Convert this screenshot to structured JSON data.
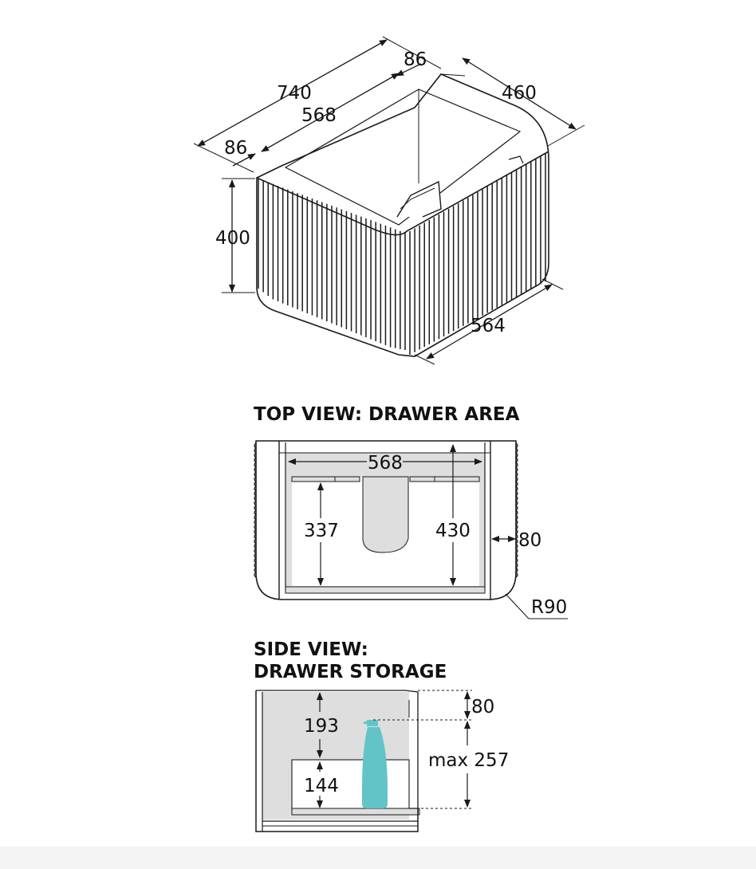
{
  "iso": {
    "overall_width": "740",
    "inner_width": "568",
    "left_side": "86",
    "right_side": "86",
    "depth": "460",
    "height": "400",
    "bottom_depth": "564"
  },
  "top_view": {
    "heading": "TOP VIEW: DRAWER AREA",
    "width": "568",
    "depth_short": "337",
    "depth_long": "430",
    "side": "80",
    "radius": "R90"
  },
  "side_view": {
    "heading_line1": "SIDE VIEW:",
    "heading_line2": "DRAWER STORAGE",
    "upper": "193",
    "lower": "144",
    "top_gap": "80",
    "max_height": "max 257"
  },
  "colors": {
    "line": "#1a1a1a",
    "fill_gray": "#dedede",
    "bottle": "#62c4c7"
  }
}
